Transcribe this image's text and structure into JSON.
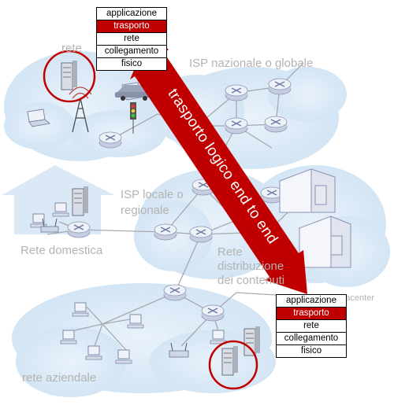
{
  "labels": {
    "rete": "rete",
    "isp_global": "ISP nazionale o globale",
    "isp_local_1": "ISP locale o",
    "isp_local_2": "regionale",
    "home": "Rete domestica",
    "cdn_1": "Rete",
    "cdn_2": "distribuzione",
    "cdn_3": "dei contenuti",
    "datacenter": "datacenter",
    "enterprise": "rete aziendale"
  },
  "stack_top": [
    "applicazione",
    "trasporto",
    "rete",
    "collegamento",
    "fisico"
  ],
  "stack_bottom": [
    "applicazione",
    "trasporto",
    "rete",
    "collegamento",
    "fisico"
  ],
  "highlight_layer": "trasporto",
  "arrow_label": "trasporto logico end to end",
  "colors": {
    "cloud": "#dbe9f6",
    "link": "#a7a9ac",
    "router": "#e8ecf4",
    "arrow": "#c00000",
    "highlight": "#c00000",
    "label_gray": "#b3b3b3"
  }
}
